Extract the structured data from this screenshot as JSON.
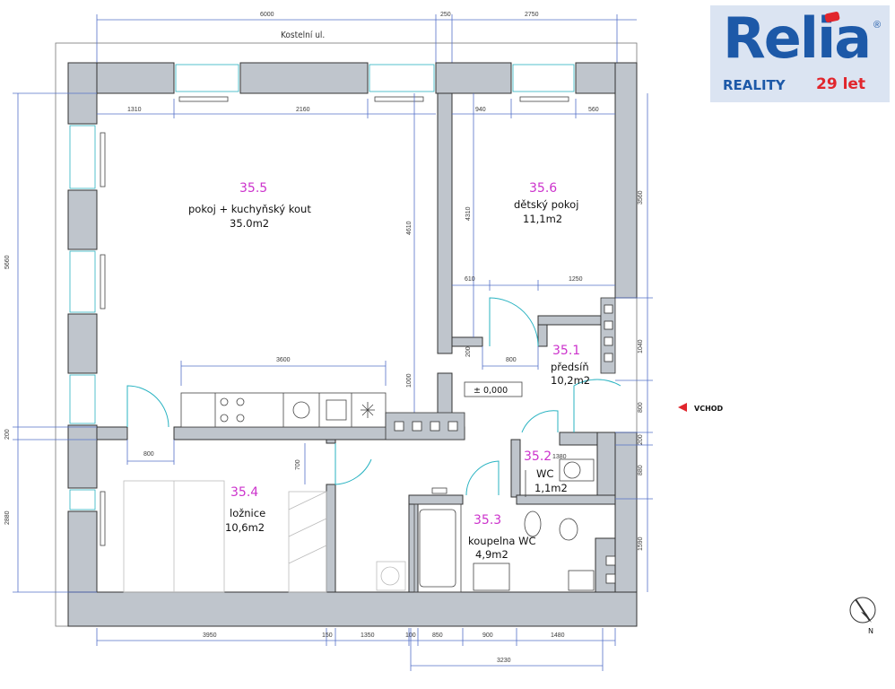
{
  "street": "Kostelní ul.",
  "logo": {
    "brand": "Relia",
    "registered": "®",
    "subtitle": "REALITY",
    "years": "29 let"
  },
  "entrance_label": "VCHOD",
  "north_label": "N",
  "level_mark": "± 0,000",
  "rooms": {
    "r355": {
      "number": "35.5",
      "name": "pokoj + kuchyňský kout",
      "area": "35.0m2"
    },
    "r356": {
      "number": "35.6",
      "name": "dětský pokoj",
      "area": "11,1m2"
    },
    "r351": {
      "number": "35.1",
      "name": "předsíň",
      "area": "10,2m2"
    },
    "r352": {
      "number": "35.2",
      "name": "WC",
      "area": "1,1m2"
    },
    "r353": {
      "number": "35.3",
      "name": "koupelna WC",
      "area": "4,9m2"
    },
    "r354": {
      "number": "35.4",
      "name": "ložnice",
      "area": "10,6m2"
    }
  },
  "dims": {
    "top_6000": "6000",
    "top_250": "250",
    "top_2750": "2750",
    "in_1310": "1310",
    "in_2160": "2160",
    "in_940": "940",
    "in_560": "560",
    "v_5660": "5660",
    "v_4610": "4610",
    "v_4310": "4310",
    "v_3560": "3560",
    "v_1000": "1000",
    "v_200": "200",
    "v_2880": "2880",
    "v_1040": "1040",
    "v_800r": "800",
    "v_200r": "200",
    "v_880": "880",
    "v_1590": "1590",
    "v_700": "700",
    "v_200b": "200",
    "h_3600": "3600",
    "h_610": "610",
    "h_1250": "1250",
    "h_800": "800",
    "h_800b": "800",
    "h_1380": "1380",
    "bot_3950": "3950",
    "bot_150": "150",
    "bot_1350": "1350",
    "bot_100": "100",
    "bot_850": "850",
    "bot_900": "900",
    "bot_1480": "1480",
    "bot_3230": "3230"
  },
  "colors": {
    "wall": "#bfc5cc",
    "dimension": "#5570c8",
    "door": "#2ab3c2",
    "room_number": "#cc33cc",
    "brand": "#1d59a8",
    "brand_accent": "#e1262d"
  }
}
